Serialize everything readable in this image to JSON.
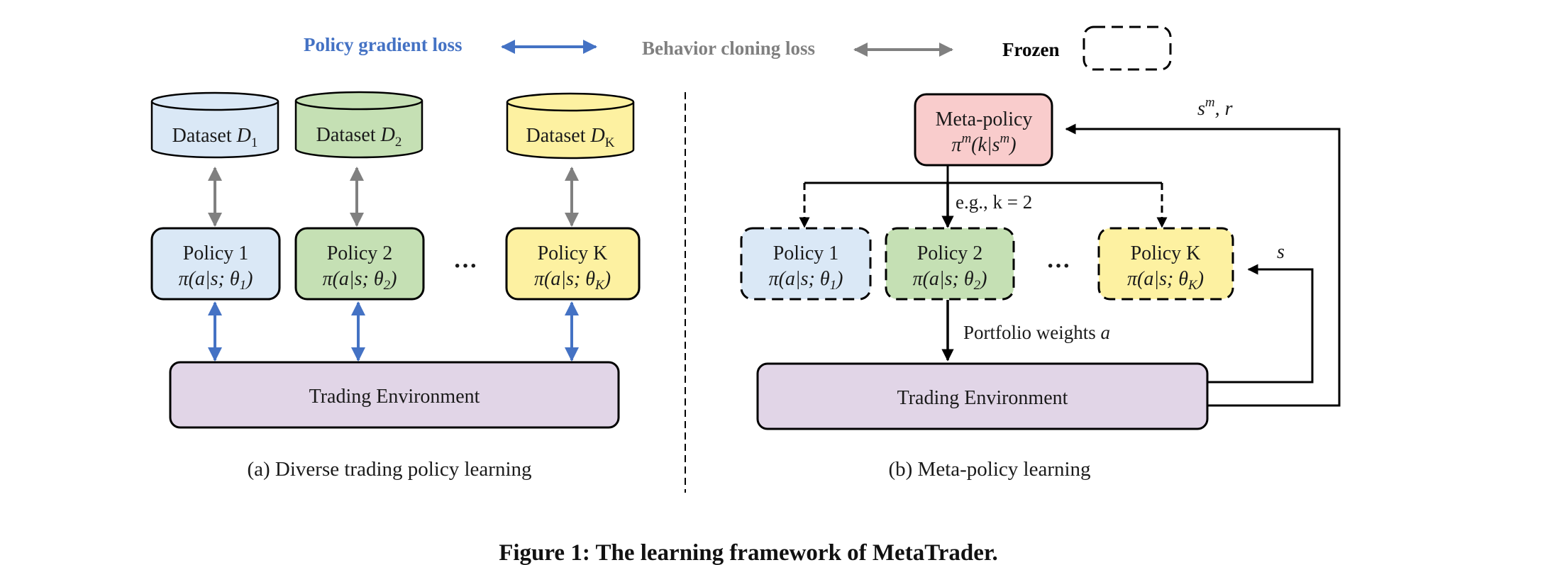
{
  "colors": {
    "blue_arrow": "#4472c4",
    "gray_arrow": "#808080",
    "policy1_fill": "#dae8f6",
    "policy2_fill": "#c5e0b4",
    "policyK_fill": "#fdf1a1",
    "meta_fill": "#f9cccc",
    "env_fill": "#e1d5e7"
  },
  "legend": {
    "policy_gradient": "Policy gradient loss",
    "behavior_cloning": "Behavior cloning loss",
    "frozen": "Frozen"
  },
  "panel_a": {
    "datasets": [
      {
        "prefix": "Dataset ",
        "var": "D",
        "sub": "1"
      },
      {
        "prefix": "Dataset ",
        "var": "D",
        "sub": "2"
      },
      {
        "prefix": "Dataset ",
        "var": "D",
        "sub": "K"
      }
    ],
    "policies": [
      {
        "title": "Policy 1",
        "formula_pre": "π(a|s; θ",
        "sub": "1",
        "formula_post": ")"
      },
      {
        "title": "Policy 2",
        "formula_pre": "π(a|s; θ",
        "sub": "2",
        "formula_post": ")"
      },
      {
        "title": "Policy K",
        "formula_pre": "π(a|s; θ",
        "sub": "K",
        "formula_post": ")"
      }
    ],
    "ellipsis": "···",
    "environment": "Trading Environment",
    "caption": "(a) Diverse trading policy learning"
  },
  "panel_b": {
    "meta_title": "Meta-policy",
    "meta_formula_pre": "π",
    "meta_formula_sup": "m",
    "meta_formula_mid": "(k|s",
    "meta_formula_sup2": "m",
    "meta_formula_post": ")",
    "feedback_label_s": "s",
    "feedback_label_sup": "m",
    "feedback_label_rest": ", r",
    "state_label": "s",
    "example_label": "e.g., k = 2",
    "policies": [
      {
        "title": "Policy 1",
        "formula_pre": "π(a|s; θ",
        "sub": "1",
        "formula_post": ")"
      },
      {
        "title": "Policy 2",
        "formula_pre": "π(a|s; θ",
        "sub": "2",
        "formula_post": ")"
      },
      {
        "title": "Policy K",
        "formula_pre": "π(a|s; θ",
        "sub": "K",
        "formula_post": ")"
      }
    ],
    "ellipsis": "···",
    "weights_label": "Portfolio weights ",
    "weights_var": "a",
    "environment": "Trading Environment",
    "caption": "(b) Meta-policy learning"
  },
  "figure_caption": "Figure 1: The learning framework of MetaTrader."
}
